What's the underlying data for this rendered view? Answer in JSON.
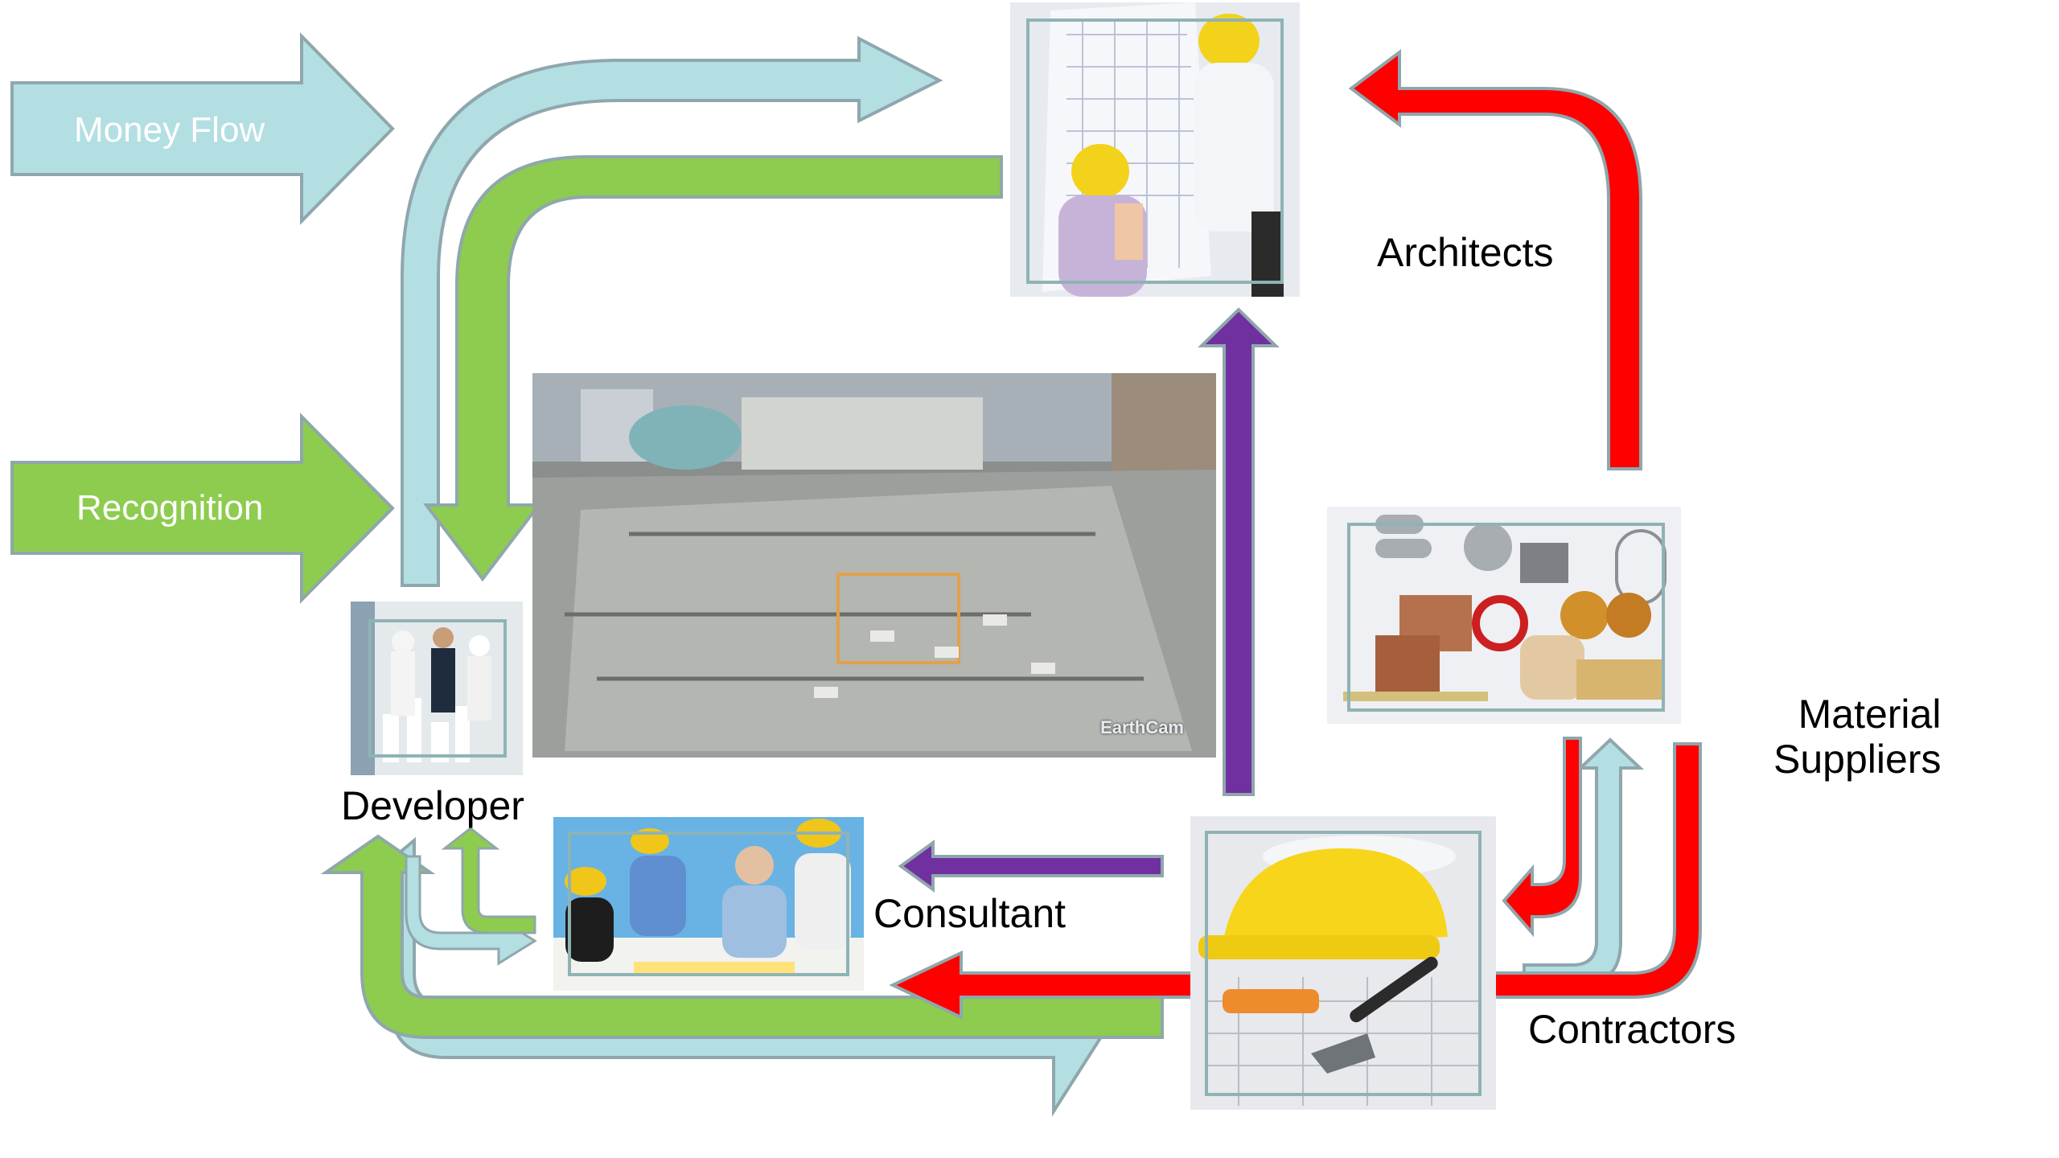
{
  "legend": {
    "money_flow": "Money Flow",
    "recognition": "Recognition"
  },
  "nodes": {
    "architects": "Architects",
    "material_suppliers": "Material\nSuppliers",
    "developer": "Developer",
    "consultant": "Consultant",
    "contractors": "Contractors"
  },
  "photos": {
    "site_watermark": "EarthCam"
  },
  "colors": {
    "money_flow": "#b3dfe3",
    "recognition": "#8dcc4e",
    "materials_flow": "#ff0000",
    "information_flow": "#7030a0",
    "arrow_outline": "#8fa7ac"
  },
  "icons": {
    "architects_photo": "architects-reviewing-blueprints",
    "site_photo": "construction-site-aerial",
    "developer_photo": "developer-meeting",
    "consultant_photo": "consultants-meeting",
    "materials_photo": "construction-materials",
    "contractors_photo": "hard-hat-and-plans"
  }
}
